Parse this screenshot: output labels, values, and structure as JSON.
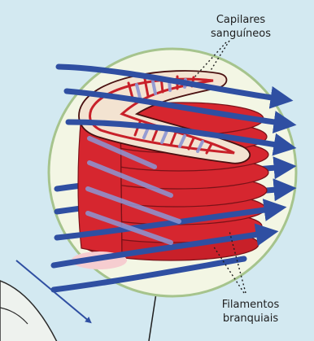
{
  "labels": {
    "capilares_line1": "Capilares",
    "capilares_line2": "sanguíneos",
    "filamentos_line1": "Filamentos",
    "filamentos_line2": "branquiais"
  },
  "colors": {
    "background": "#d3e9f1",
    "circle_fill": "#f3f6e4",
    "circle_stroke": "#a6c48d",
    "filament_red": "#d6262f",
    "filament_red_dark": "#a31b22",
    "capillary_red": "#e1323a",
    "lamella_cream": "#f3e3d1",
    "water_blue": "#2f4fa2",
    "water_blue_light": "#8d96d4"
  }
}
